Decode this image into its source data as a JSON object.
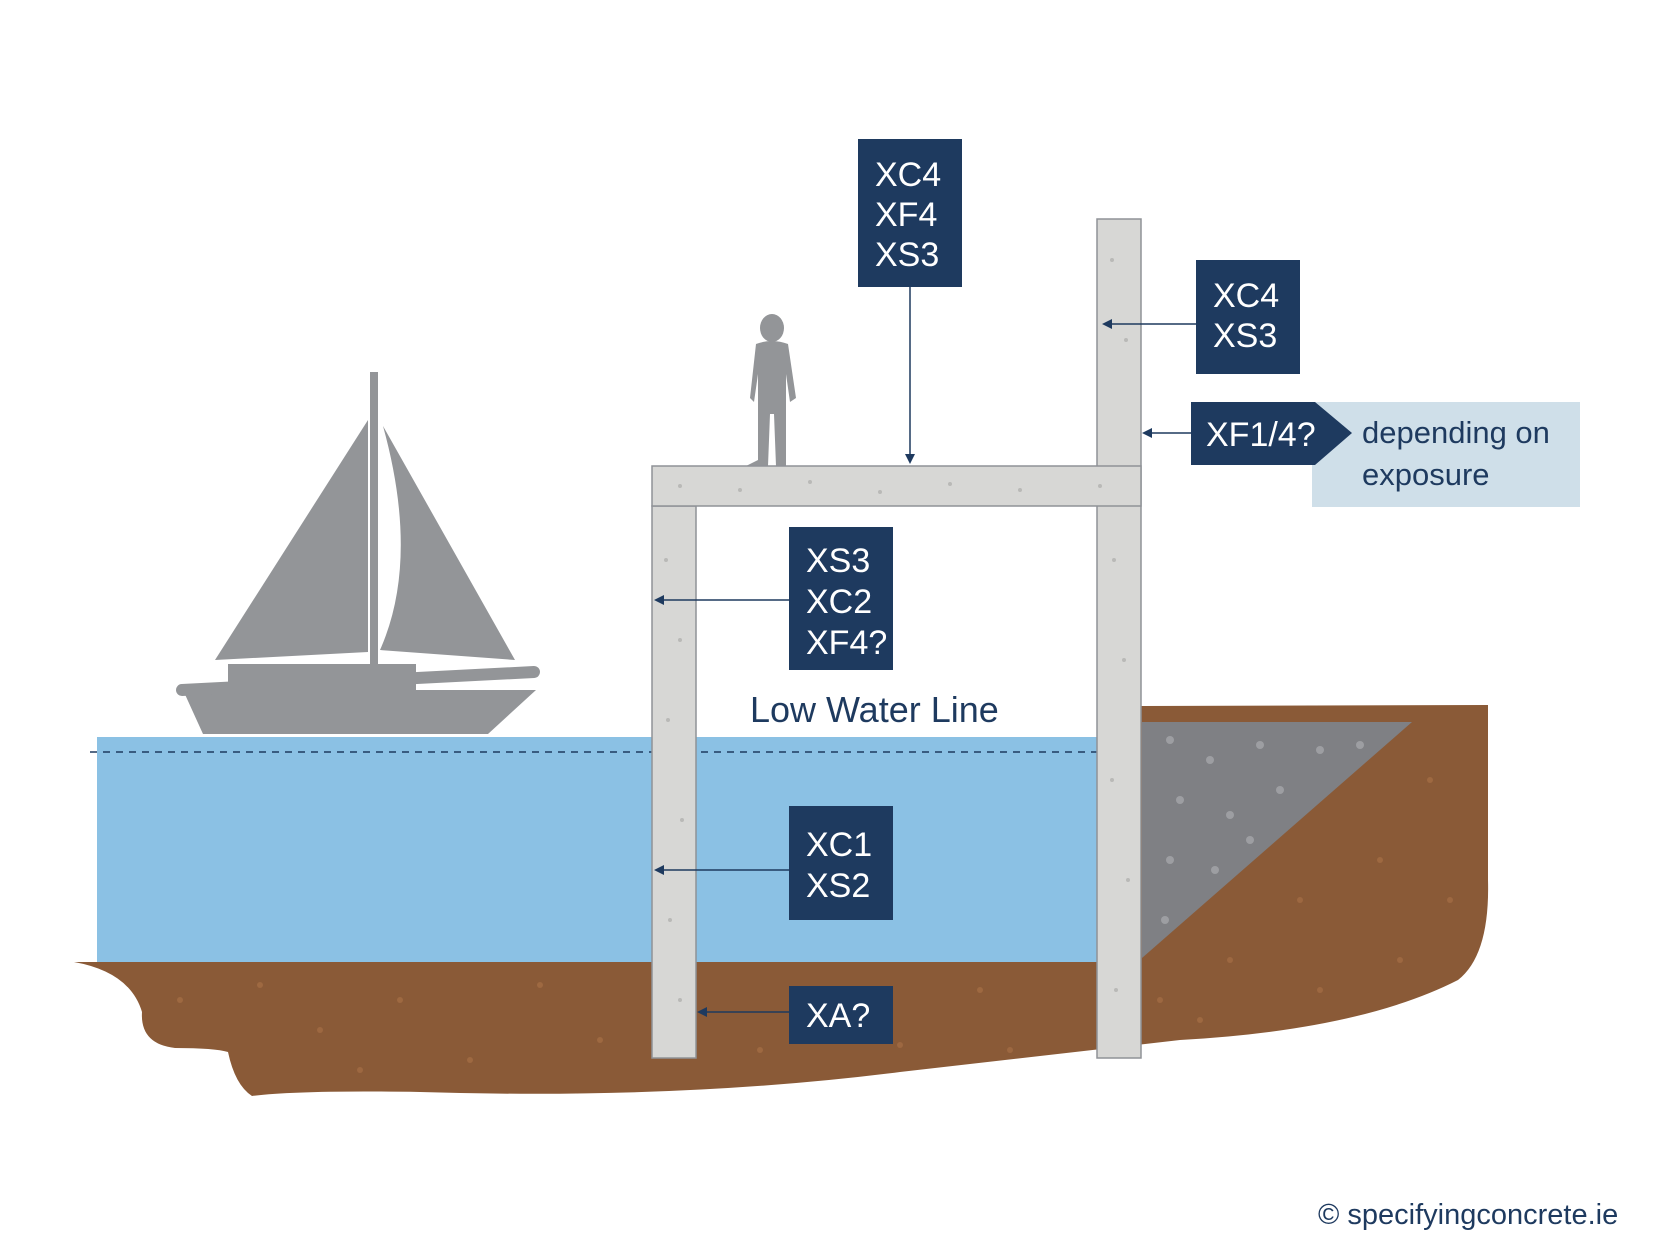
{
  "colors": {
    "water": "#8bc1e4",
    "ground": "#8a5a37",
    "concrete": "#d7d7d5",
    "gravel": "#7f8084",
    "boat": "#939598",
    "person": "#939598",
    "label_box": "#1e3a5f",
    "note_bg": "#cfdfe9",
    "text_dark": "#1e3a5f"
  },
  "labels": {
    "deck_top": [
      "XC4",
      "XF4",
      "XS3"
    ],
    "right_column_upper": [
      "XC4",
      "XS3"
    ],
    "right_column_freeze": "XF1/4?",
    "left_column_splash": [
      "XS3",
      "XC2",
      "XF4?"
    ],
    "left_column_submerged": [
      "XC1",
      "XS2"
    ],
    "left_column_ground": "XA?"
  },
  "note": {
    "line1": "depending on",
    "line2": "exposure"
  },
  "low_water_line": "Low Water Line",
  "copyright": "© specifyingconcrete.ie"
}
